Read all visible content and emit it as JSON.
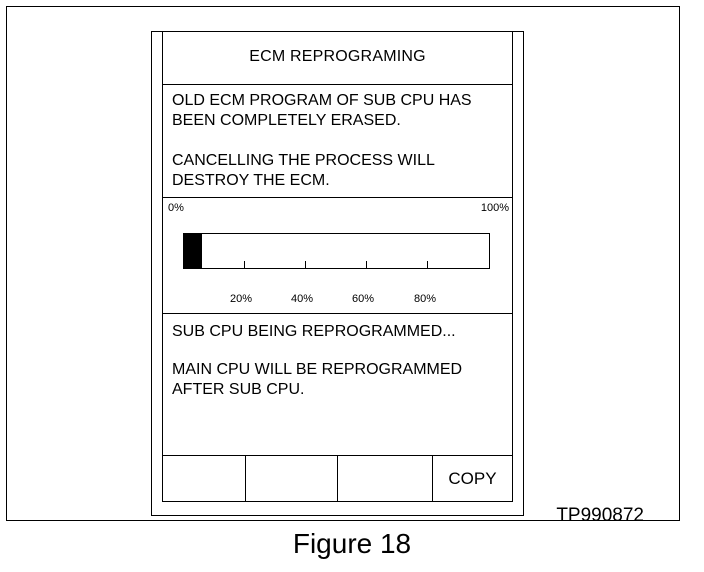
{
  "screen": {
    "title": "ECM REPROGRAMING",
    "message_lines": [
      "OLD ECM PROGRAM OF SUB CPU HAS",
      "BEEN COMPLETELY ERASED.",
      "",
      "CANCELLING THE PROCESS WILL",
      "DESTROY THE ECM."
    ],
    "progress": {
      "min_label": "0%",
      "max_label": "100%",
      "value_percent": 6,
      "ticks": [
        "20%",
        "40%",
        "60%",
        "80%"
      ]
    },
    "status_lines": [
      "SUB CPU BEING REPROGRAMMED...",
      "",
      "MAIN CPU WILL BE REPROGRAMMED",
      "AFTER SUB CPU."
    ],
    "buttons": [
      "",
      "",
      "",
      "COPY"
    ]
  },
  "reference_code": "TP990872",
  "caption": "Figure 18"
}
